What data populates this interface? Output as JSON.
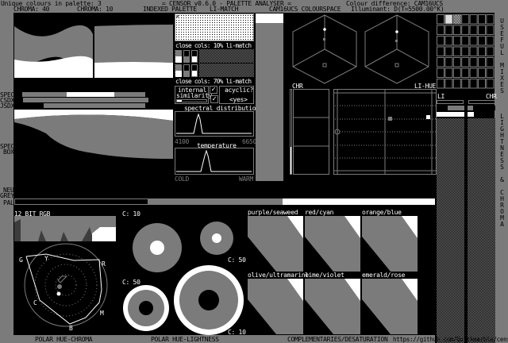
{
  "header": {
    "unique_colours": "Unique colours in palette: 3",
    "title": "= CENSOR v0.6.0 - PALETTE ANALYSER =",
    "colour_difference": "Colour difference: CAM16UCS",
    "illuminant": "Illuminant: D(T=5500.00°K)"
  },
  "labels": {
    "chroma_40": "CHROMA: 40",
    "chroma_10": "CHROMA: 10",
    "indexed_palette": "INDEXED PALETTE",
    "li_match": "LI-MATCH",
    "colourspace": "CAM16UCS COLOURSPACE"
  },
  "left_labels": {
    "spec": "SPEC",
    "csdx": "CSDX",
    "jsdx": "JSDX",
    "spec_box_1": "SPEC",
    "spec_box_2": "BOX",
    "neu_1": "NEU",
    "neu_2": "GREY",
    "pal": "PAL"
  },
  "palette_panel": {
    "close_10": "close cols: 10% li-match",
    "close_70": "close cols: 70% li-match",
    "internal_1": "internal",
    "internal_2": "similarity",
    "internal_checked": true,
    "acyclic": "acyclic?",
    "acyclic_value": "<yes>",
    "acyclic_checked": true,
    "spectral": "spectral distribution",
    "spec_min": "4100",
    "spec_max": "6650",
    "temperature": "temperature",
    "cold": "COLD",
    "warm": "WARM"
  },
  "hue_panel": {
    "chr": "CHR",
    "li_hue": "LI-HUE"
  },
  "right": {
    "li": "LI",
    "chr": "CHR",
    "vertical": "USEFUL MIXES   LIGHTNESS & CHROMA"
  },
  "bottom": {
    "rgb12": "12 BIT RGB",
    "hue_letters": {
      "G": "G",
      "Y": "Y",
      "R": "R",
      "C": "C",
      "M": "M",
      "B": "B"
    },
    "c10a": "C: 10",
    "c50a": "C: 50",
    "c50b": "C: 50",
    "c10b": "C: 10",
    "polar_hue_chroma": "POLAR HUE-CHROMA",
    "polar_hue_lightness": "POLAR HUE-LIGHTNESS",
    "complementaries": "COMPLEMENTARIES/DESATURATION",
    "url": "https://github.com/Quickmarble/censor"
  },
  "complementary_pairs": [
    "purple/seaweed",
    "red/cyan",
    "orange/blue",
    "olive/ultramarine",
    "lime/violet",
    "emerald/rose"
  ],
  "colors": {
    "black": "#000000",
    "grey": "#7b7b7b",
    "white": "#ffffff"
  }
}
